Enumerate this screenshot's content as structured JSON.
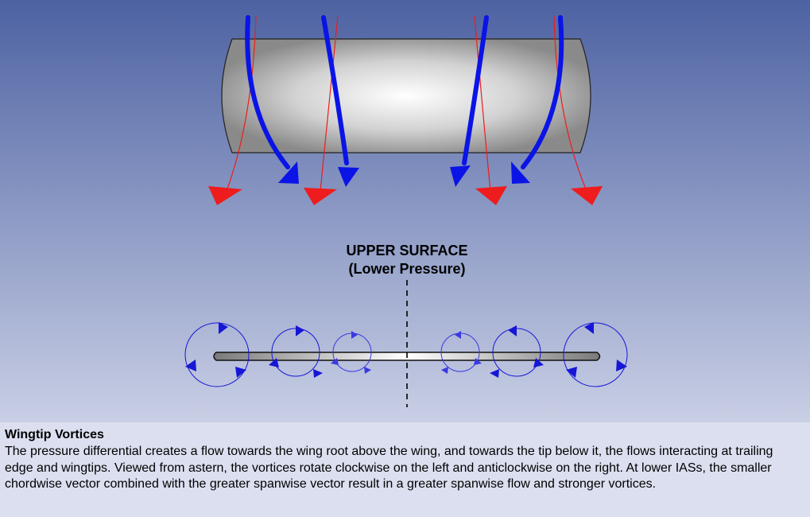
{
  "diagram": {
    "surface_label_line1": "UPPER SURFACE",
    "surface_label_line2": "(Lower Pressure)",
    "colors": {
      "background_top": "#4d62a2",
      "background_bottom": "#c9cfe5",
      "upper_airflow": "#0a14e6",
      "lower_airflow": "#ee1c1c",
      "vortex": "#1616d6"
    }
  },
  "caption": {
    "title": "Wingtip Vortices",
    "body": "The pressure differential creates a flow towards the wing root above the wing, and towards the tip below it, the flows interacting at trailing edge and wingtips. Viewed from astern, the vortices rotate clockwise on the left and anticlockwise on the right. At lower IASs, the smaller chordwise vector combined with the greater spanwise vector result in a greater spanwise flow and stronger vortices."
  }
}
